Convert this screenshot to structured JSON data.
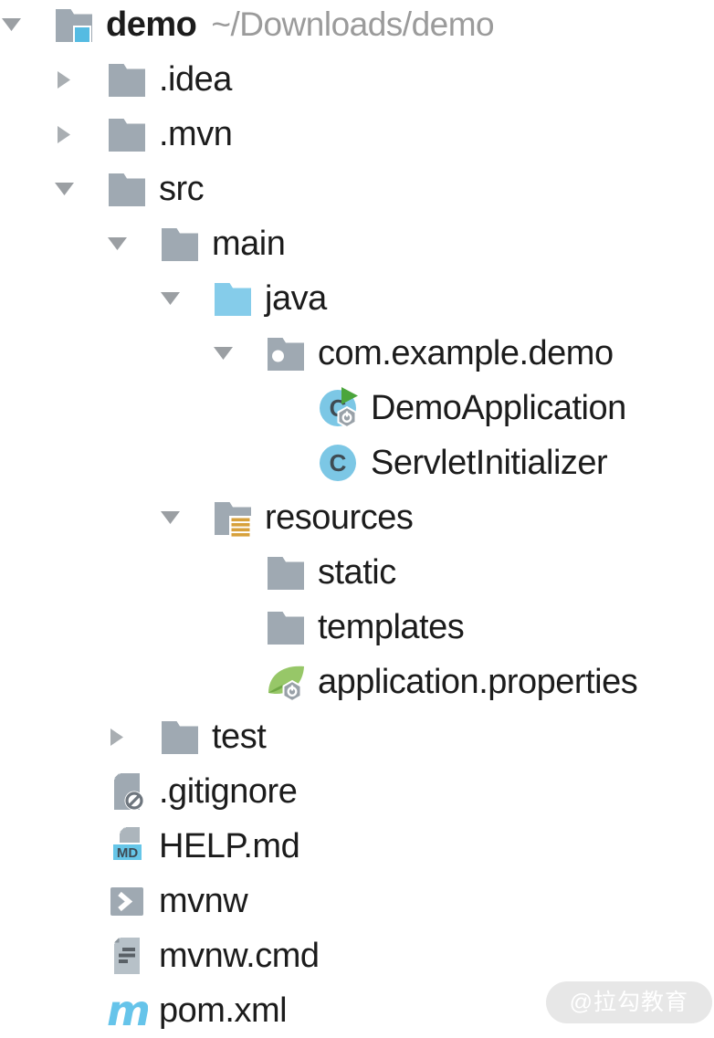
{
  "colors": {
    "folder_gray": "#9FA9B2",
    "accent_blue": "#55BBE2",
    "source_blue": "#85CCEA",
    "class_blue": "#7CC7E5",
    "md_badge_blue": "#66C6E8",
    "maven_blue": "#66C4EA",
    "run_green": "#4BA53C",
    "spring_green": "#97C768",
    "spring_dark_green": "#6FA844",
    "resource_gold": "#D7A13C",
    "overlay_gray": "#99A1A8",
    "file_light_gray": "#B7C1C8",
    "ignore_ring_gray": "#6E767E",
    "text_dark": "#1C1C1C",
    "hint_gray": "#9B9B9B"
  },
  "tree": {
    "items": [
      {
        "label": "demo",
        "hint": "~/Downloads/demo",
        "depth": 0,
        "icon": "folder-project",
        "twisty": "expanded",
        "bold": true
      },
      {
        "label": ".idea",
        "depth": 1,
        "icon": "folder",
        "twisty": "collapsed"
      },
      {
        "label": ".mvn",
        "depth": 1,
        "icon": "folder",
        "twisty": "collapsed"
      },
      {
        "label": "src",
        "depth": 1,
        "icon": "folder",
        "twisty": "expanded"
      },
      {
        "label": "main",
        "depth": 2,
        "icon": "folder",
        "twisty": "expanded"
      },
      {
        "label": "java",
        "depth": 3,
        "icon": "folder-sources",
        "twisty": "expanded"
      },
      {
        "label": "com.example.demo",
        "depth": 4,
        "icon": "package",
        "twisty": "expanded"
      },
      {
        "label": "DemoApplication",
        "depth": 5,
        "icon": "class-bootable",
        "twisty": "none"
      },
      {
        "label": "ServletInitializer",
        "depth": 5,
        "icon": "class",
        "twisty": "none"
      },
      {
        "label": "resources",
        "depth": 3,
        "icon": "folder-resources",
        "twisty": "expanded"
      },
      {
        "label": "static",
        "depth": 4,
        "icon": "folder",
        "twisty": "none"
      },
      {
        "label": "templates",
        "depth": 4,
        "icon": "folder",
        "twisty": "none"
      },
      {
        "label": "application.properties",
        "depth": 4,
        "icon": "spring-config",
        "twisty": "none"
      },
      {
        "label": "test",
        "depth": 2,
        "icon": "folder",
        "twisty": "collapsed"
      },
      {
        "label": ".gitignore",
        "depth": 1,
        "icon": "file-ignored",
        "twisty": "none"
      },
      {
        "label": "HELP.md",
        "depth": 1,
        "icon": "file-markdown",
        "twisty": "none"
      },
      {
        "label": "mvnw",
        "depth": 1,
        "icon": "file-shell",
        "twisty": "none"
      },
      {
        "label": "mvnw.cmd",
        "depth": 1,
        "icon": "file-text",
        "twisty": "none"
      },
      {
        "label": "pom.xml",
        "depth": 1,
        "icon": "file-maven",
        "twisty": "none"
      }
    ]
  },
  "watermark": {
    "text": "@拉勾教育"
  }
}
